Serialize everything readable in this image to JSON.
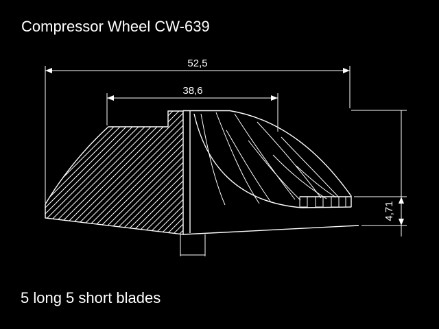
{
  "title": "Compressor Wheel CW-639",
  "caption": "5 long 5 short blades",
  "drawing": {
    "dimensions": {
      "overall_width": "52,5",
      "hub_width": "38,6",
      "tip_height": "4,71"
    },
    "colors": {
      "background": "#000000",
      "line": "#ffffff"
    }
  }
}
